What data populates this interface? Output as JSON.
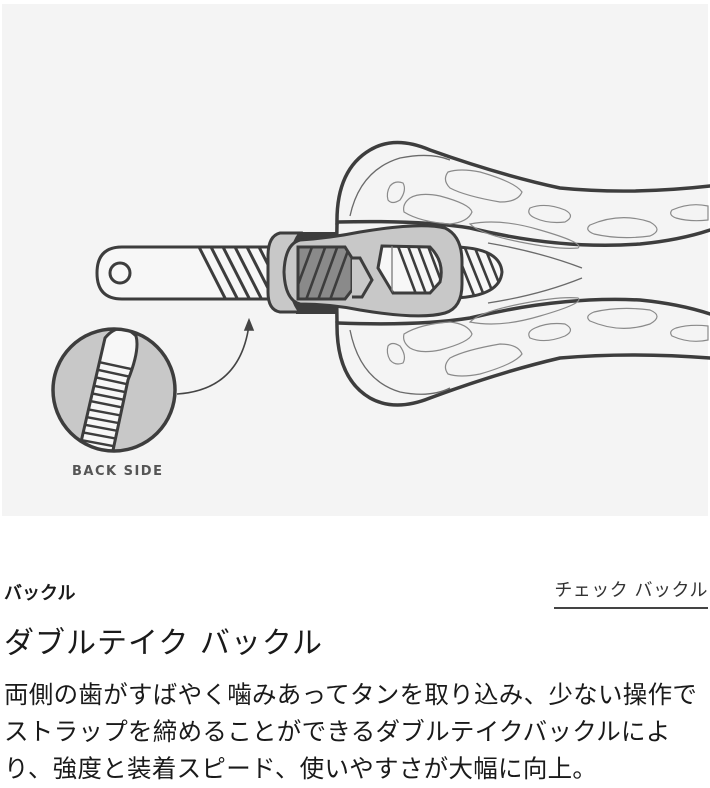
{
  "illustration": {
    "back_side_label": "BACK SIDE",
    "colors": {
      "background": "#f4f4f4",
      "outline": "#3d3d3d",
      "buckle_fill": "#c8c8c8",
      "ratchet_fill": "#8a8a8a",
      "detail_line": "#8a8a8a"
    }
  },
  "meta": {
    "category": "バックル",
    "check_link": "チェック バックル"
  },
  "title": "ダブルテイク バックル",
  "description": "両側の歯がすばやく噛みあってタンを取り込み、少ない操作でストラップを締めることができるダブルテイクバックルにより、強度と装着スピード、使いやすさが大幅に向上。"
}
